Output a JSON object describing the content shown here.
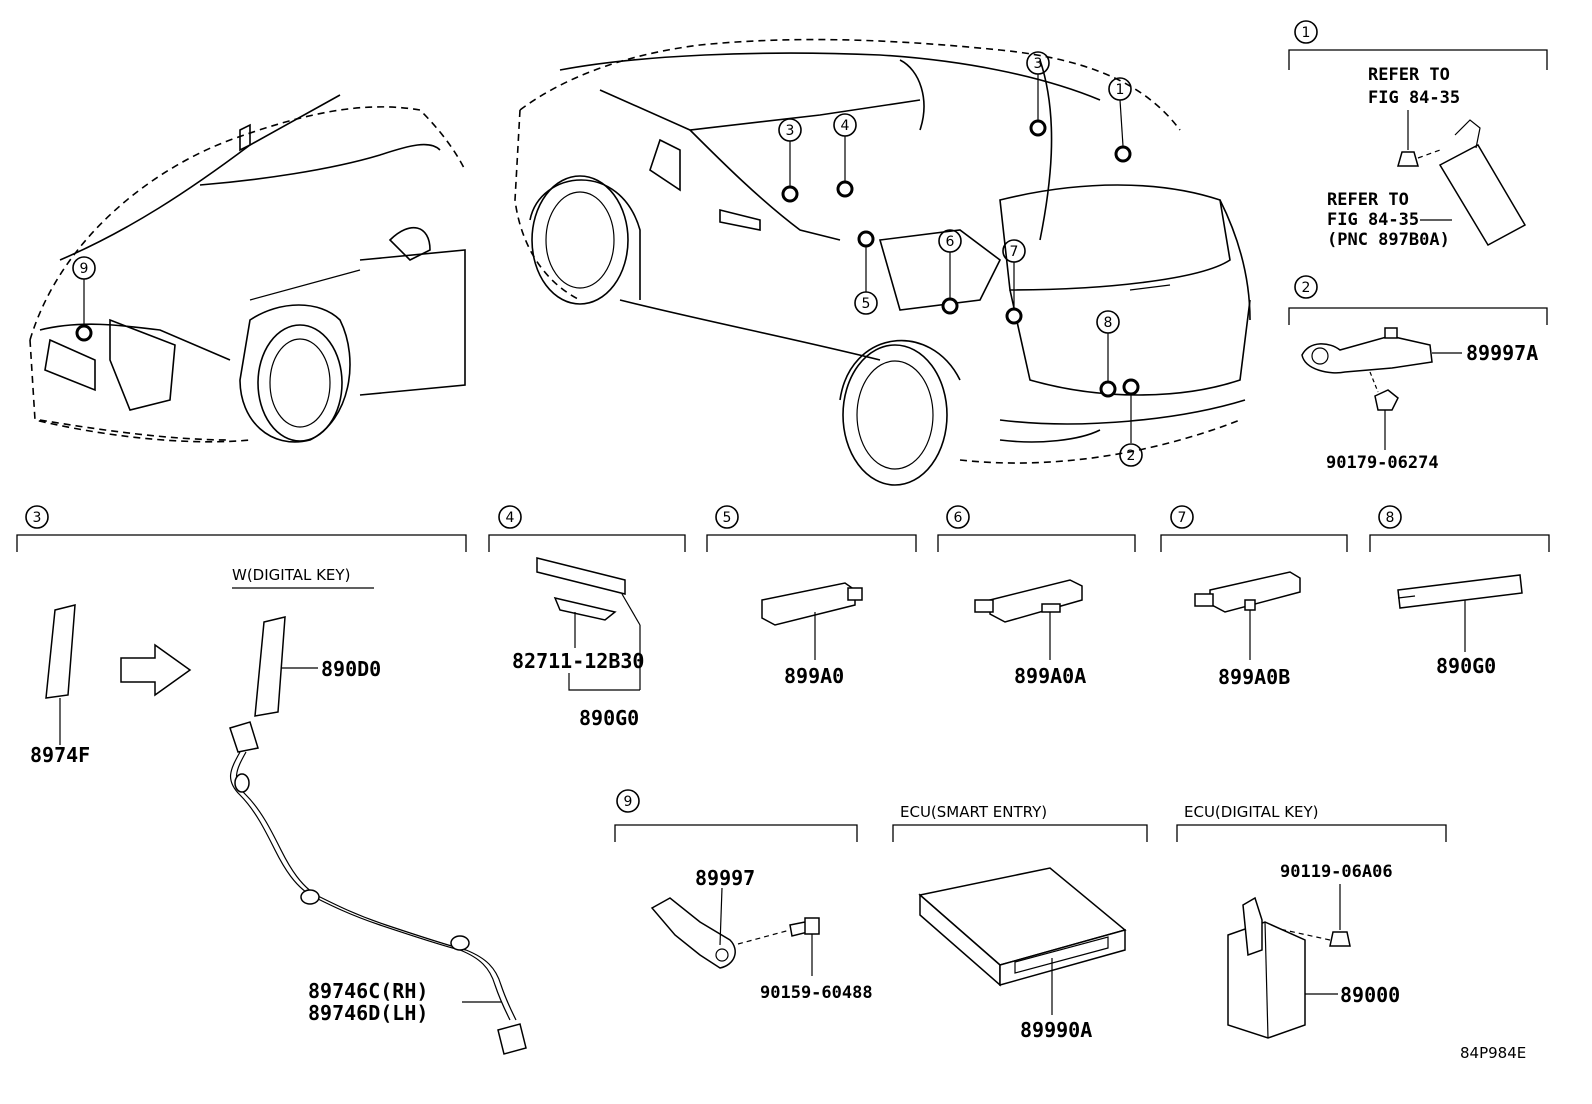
{
  "figure_code": "84P984E",
  "vehicle_callouts": [
    "1",
    "2",
    "3",
    "3",
    "4",
    "5",
    "6",
    "7",
    "8",
    "9"
  ],
  "groups": [
    {
      "number": "1",
      "refer_to_1": "REFER TO",
      "refer_to_1b": "FIG 84-35",
      "refer_to_2": "REFER TO",
      "refer_to_2b": "FIG 84-35",
      "refer_to_2c": "(PNC 897B0A)"
    },
    {
      "number": "2",
      "parts": [
        "89997A",
        "90179-06274"
      ]
    },
    {
      "number": "3",
      "variant": "W(DIGITAL KEY)",
      "parts": [
        "8974F",
        "890D0",
        "89746C(RH)",
        "89746D(LH)"
      ]
    },
    {
      "number": "4",
      "parts": [
        "82711-12B30",
        "890G0"
      ]
    },
    {
      "number": "5",
      "parts": [
        "899A0"
      ]
    },
    {
      "number": "6",
      "parts": [
        "899A0A"
      ]
    },
    {
      "number": "7",
      "parts": [
        "899A0B"
      ]
    },
    {
      "number": "8",
      "parts": [
        "890G0"
      ]
    },
    {
      "number": "9",
      "parts": [
        "89997",
        "90159-60488"
      ]
    }
  ],
  "ecu_smart_entry": {
    "title": "ECU(SMART ENTRY)",
    "part": "89990A"
  },
  "ecu_digital_key": {
    "title": "ECU(DIGITAL KEY)",
    "parts": [
      "90119-06A06",
      "89000"
    ]
  }
}
